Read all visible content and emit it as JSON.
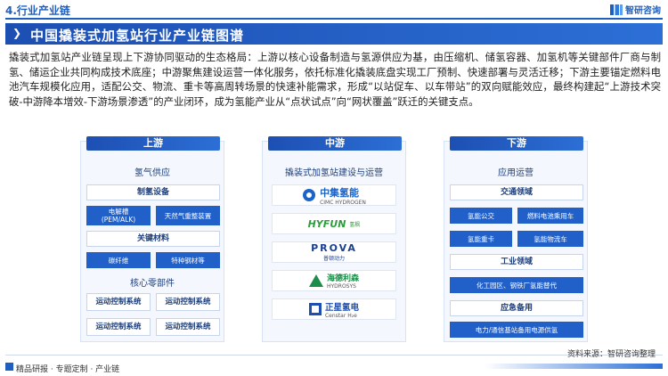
{
  "header": {
    "section_number": "4.行业产业链",
    "brand": "智研咨询",
    "title": "中国撬装式加氢站行业产业链图谱",
    "title_chevron": "❯"
  },
  "intro": "撬装式加氢站产业链呈现上下游协同驱动的生态格局：上游以核心设备制造与氢源供应为基，由压缩机、储氢容器、加氢机等关键部件厂商与制氢、储运企业共同构成技术底座；中游聚焦建设运营一体化服务，依托标准化撬装底盘实现工厂预制、快速部署与灵活迁移；下游主要锚定燃料电池汽车规模化应用，适配公交、物流、重卡等高周转场景的快速补能需求，形成“以站促车、以车带站”的双向赋能效应，最终构建起“上游技术突破-中游降本增效-下游场景渗透”的产业闭环，成为氢能产业从“点状试点”向“网状覆盖”跃迁的关键支点。",
  "upstream": {
    "header": "上游",
    "hydrogen_supply": "氢气供应",
    "hydrogen_equipment": "制氢设备",
    "electrolyzer": "电解槽\n(PEM/ALK)",
    "gas_reforming": "天然气重整装置",
    "key_materials": "关键材料",
    "carbon_fiber": "碳纤维",
    "special_steel": "特种钢材等",
    "core_components": "核心零部件",
    "motion_control": [
      "运动控制系统",
      "运动控制系统",
      "运动控制系统",
      "运动控制系统"
    ]
  },
  "midstream": {
    "header": "中游",
    "subtitle": "撬装式加氢站建设与运营",
    "logos": [
      {
        "main": "中集氢能",
        "sub": "CIMC HYDROGEN",
        "icon": "cimc-logo",
        "color": "#1a63c8"
      },
      {
        "main": "HYFUN",
        "sub": "氢枫",
        "icon": "hyfun-logo",
        "color": "#2e9e3c"
      },
      {
        "main": "PROVA",
        "sub": "普顿动力",
        "icon": "prova-logo",
        "color": "#1a3f8f"
      },
      {
        "main": "海德利森",
        "sub": "HYDROSYS",
        "icon": "hydrosys-logo",
        "color": "#1d8e4a"
      },
      {
        "main": "正星氢电",
        "sub": "Censtar H₂e",
        "icon": "censtar-logo",
        "color": "#1d4fb3"
      }
    ]
  },
  "downstream": {
    "header": "下游",
    "subtitle": "应用运营",
    "transport": "交通领域",
    "hydrogen_bus": "氢能公交",
    "fuel_cell_car": "燃料电池乘用车",
    "hydrogen_truck": "氢能重卡",
    "hydrogen_logistics": "氢能物流车",
    "industry": "工业领域",
    "industry_items": "化工园区、钢铁厂氢能替代",
    "emergency": "应急备用",
    "emergency_items": "电力/通信基站备用电源供氢"
  },
  "footer": {
    "left": "精品研报 · 专题定制 · 产业链",
    "source": "资料来源：智研咨询整理"
  },
  "colors": {
    "primary": "#1f5fbf",
    "box_blue": "#2060c8",
    "panel": "#f4f8fe"
  }
}
